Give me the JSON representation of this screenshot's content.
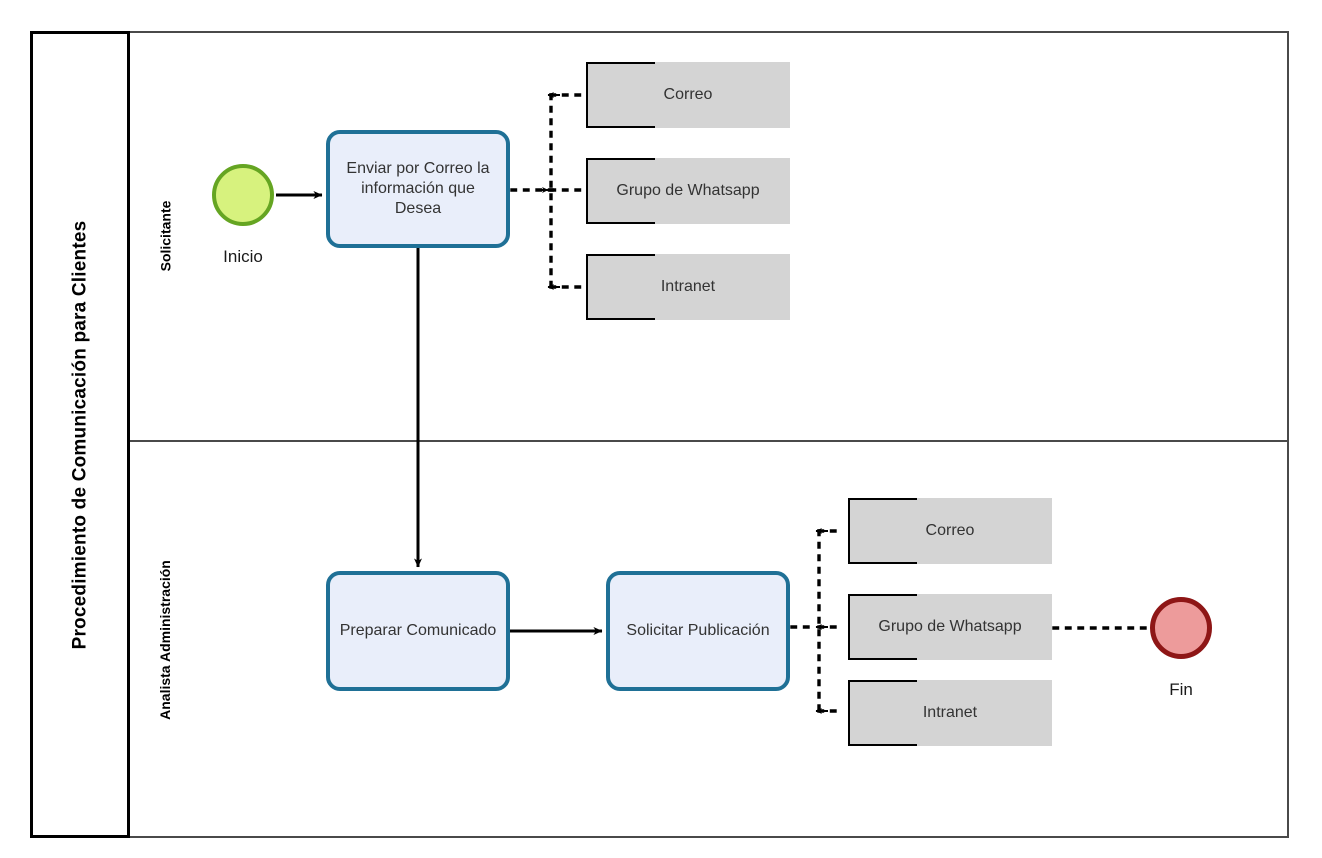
{
  "diagram": {
    "type": "bpmn-flowchart",
    "title": "Procedimiento de Comunicación para Clientes",
    "lanes": [
      {
        "id": "solicitante",
        "label": "Solicitante"
      },
      {
        "id": "analista",
        "label": "Analista Administración"
      }
    ],
    "colors": {
      "task_fill": "#e9eefa",
      "task_border": "#1f7096",
      "note_fill": "#d4d4d4",
      "note_border": "#000000",
      "start_fill": "#d7f27e",
      "start_border": "#65a522",
      "end_fill": "#ed9b9b",
      "end_border": "#8e1616",
      "frame_border": "#4a4a4a",
      "title_border": "#000000",
      "connector": "#000000"
    },
    "events": [
      {
        "id": "start",
        "kind": "start-event",
        "label": "Inicio"
      },
      {
        "id": "end",
        "kind": "end-event",
        "label": "Fin"
      }
    ],
    "tasks": [
      {
        "id": "enviar",
        "label": "Enviar por Correo la información que Desea",
        "lane": "solicitante"
      },
      {
        "id": "preparar",
        "label": "Preparar Comunicado",
        "lane": "analista"
      },
      {
        "id": "solicitar",
        "label": "Solicitar Publicación",
        "lane": "analista"
      }
    ],
    "notes": [
      {
        "id": "correo-1",
        "label": "Correo",
        "lane": "solicitante"
      },
      {
        "id": "whatsapp-1",
        "label": "Grupo de Whatsapp",
        "lane": "solicitante"
      },
      {
        "id": "intranet-1",
        "label": "Intranet",
        "lane": "solicitante"
      },
      {
        "id": "correo-2",
        "label": "Correo",
        "lane": "analista"
      },
      {
        "id": "whatsapp-2",
        "label": "Grupo de Whatsapp",
        "lane": "analista"
      },
      {
        "id": "intranet-2",
        "label": "Intranet",
        "lane": "analista"
      }
    ],
    "connections": [
      {
        "from": "start",
        "to": "enviar",
        "style": "solid-arrow"
      },
      {
        "from": "enviar",
        "to": "preparar",
        "style": "solid-arrow"
      },
      {
        "from": "preparar",
        "to": "solicitar",
        "style": "solid-arrow"
      },
      {
        "from": "enviar",
        "to": "correo-1",
        "style": "dotted-arrow"
      },
      {
        "from": "enviar",
        "to": "whatsapp-1",
        "style": "dotted-arrow"
      },
      {
        "from": "enviar",
        "to": "intranet-1",
        "style": "dotted-arrow"
      },
      {
        "from": "solicitar",
        "to": "correo-2",
        "style": "dotted-arrow"
      },
      {
        "from": "solicitar",
        "to": "whatsapp-2",
        "style": "dotted-arrow"
      },
      {
        "from": "solicitar",
        "to": "intranet-2",
        "style": "dotted-arrow"
      },
      {
        "from": "whatsapp-2",
        "to": "end",
        "style": "dotted-arrow"
      }
    ]
  }
}
